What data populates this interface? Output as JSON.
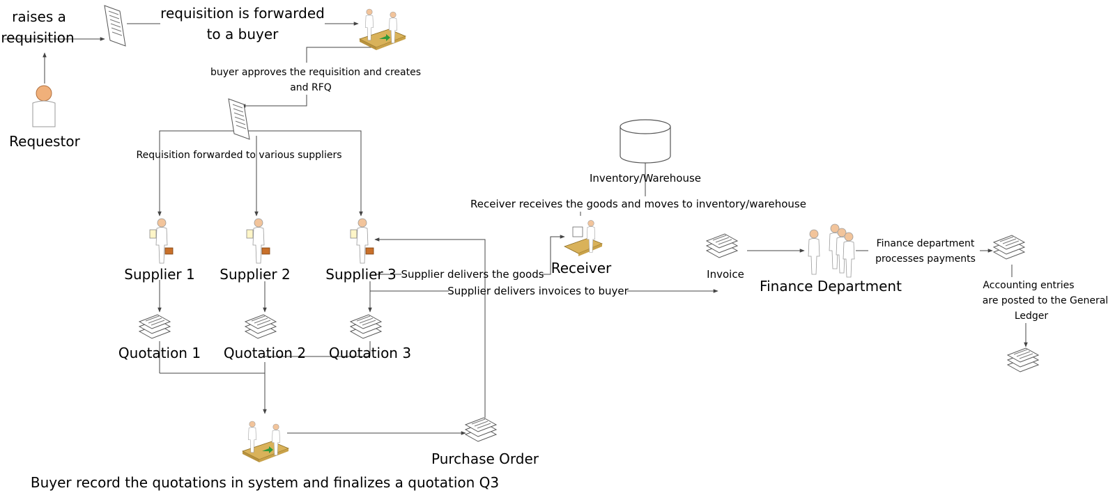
{
  "actors": {
    "requestor": "Requestor",
    "supplier_1": "Supplier 1",
    "supplier_2": "Supplier 2",
    "supplier_3": "Supplier 3",
    "receiver": "Receiver",
    "finance": "Finance Department"
  },
  "documents": {
    "quotation_1": "Quotation 1",
    "quotation_2": "Quotation 2",
    "quotation_3": "Quotation 3",
    "purchase_order": "Purchase Order",
    "invoice": "Invoice",
    "inventory": "Inventory/Warehouse"
  },
  "steps": {
    "raises_1": "raises a",
    "raises_2": "requisition",
    "forwarded_1": "requisition is forwarded",
    "forwarded_2": "to a buyer",
    "approves_1": "buyer approves the requisition and creates",
    "approves_2": "and RFQ",
    "to_suppliers": "Requisition forwarded to various suppliers",
    "receiver_moves": "Receiver receives the goods and moves to inventory/warehouse",
    "delivers_goods": "Supplier delivers the goods",
    "delivers_invoices": "Supplier delivers invoices to buyer",
    "finance_1": "Finance department",
    "finance_2": "processes payments",
    "ledger_1": "Accounting entries",
    "ledger_2": "are posted to the General",
    "ledger_3": "Ledger",
    "buyer_records": "Buyer record the quotations in system and finalizes a quotation Q3"
  },
  "colors": {
    "skin": "#f2c49b",
    "body": "#ffffff",
    "desk": "#d9b25a",
    "arrow_green": "#2e9a3a",
    "briefcase": "#c8702a",
    "requestor_skin": "#f0b07a"
  },
  "icons": [
    "requestor-icon",
    "document-icon",
    "buyer-desk-icon",
    "supplier-icon",
    "document-stack-icon",
    "database-icon",
    "receiver-desk-icon",
    "finance-people-icon"
  ]
}
